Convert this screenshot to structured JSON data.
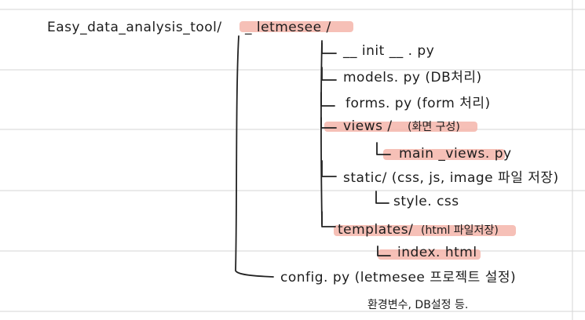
{
  "accent_highlight": "#f4b5aa",
  "ink_color": "#1c1c1c",
  "root": {
    "path": "Easy_data_analysis_tool/",
    "app": "_ letmesee /"
  },
  "items": [
    {
      "id": "init",
      "text": "__ init __ . py"
    },
    {
      "id": "models",
      "text": "models. py (DB처리)"
    },
    {
      "id": "forms",
      "text": "forms. py (form 처리)"
    },
    {
      "id": "views-dir",
      "text": "views / ",
      "note": "(화면 구성)"
    },
    {
      "id": "main-views",
      "text": "main _views. py"
    },
    {
      "id": "static-dir",
      "text": "static/ (css, js, image 파일 저장)"
    },
    {
      "id": "style",
      "text": "style. css"
    },
    {
      "id": "templates-dir",
      "text": "templates/",
      "note": "(html 파일저장)"
    },
    {
      "id": "index",
      "text": "index. html"
    },
    {
      "id": "config",
      "text": "config. py (letmesee 프로젝트 설정)"
    },
    {
      "id": "config-note",
      "text": "환경변수, DB설정 등."
    }
  ]
}
